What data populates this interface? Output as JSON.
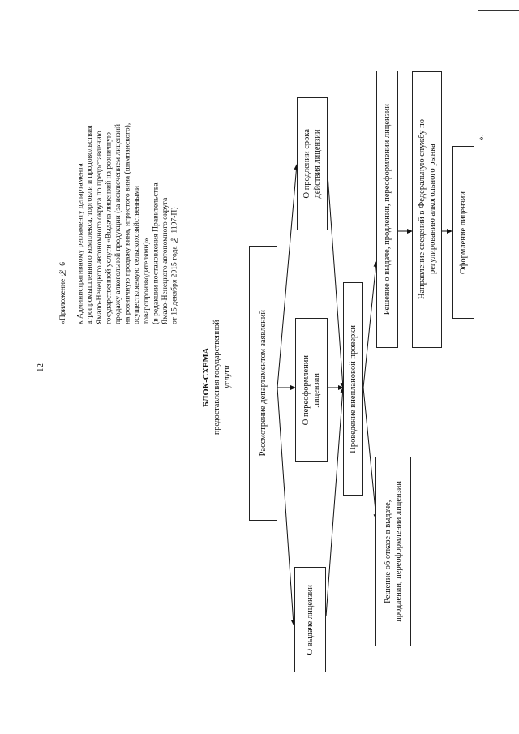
{
  "page_number": "12",
  "appendix": {
    "title": "«Приложение № 6",
    "lines": [
      "к Административному регламенту департамента",
      "агропромышленного комплекса, торговли и продовольствия",
      "Ямало-Ненецкого автономного округа по предоставлению",
      "государственной услуги «Выдача лицензий на розничную",
      "продажу алкогольной продукции (за исключением лицензий",
      "на розничную продажу вина, игристого вина (шампанского),",
      "осуществляемую сельскохозяйственными",
      "товаропроизводителями)»",
      "(в редакции постановления Правительства",
      "Ямало-Ненецкого автономного округа",
      "от 15 декабря 2015 года № 1197-П)"
    ]
  },
  "diagram": {
    "title": "БЛОК-СХЕМА",
    "subtitle": "предоставления государственной услуги",
    "nodes": {
      "review": "Рассмотрение департаментом заявлений",
      "extension": "О продлении срока\nдействия лицензии",
      "reissue": "О переоформлении\nлицензии",
      "issue": "О выдаче лицензии",
      "inspection": "Проведение внеплановой проверки",
      "decision_grant": "Решение о выдаче, продлении, переоформлении лицензии",
      "decision_refuse": "Решение об отказе в выдаче,\nпродлении, переоформлении лицензии",
      "federal_notice": "Направление сведений в Федеральную службу по\nрегулированию алкогольного рынка",
      "registration": "Оформление лицензии"
    },
    "edges": [
      [
        "review",
        "extension"
      ],
      [
        "review",
        "reissue"
      ],
      [
        "review",
        "issue"
      ],
      [
        "extension",
        "inspection"
      ],
      [
        "reissue",
        "inspection"
      ],
      [
        "issue",
        "inspection"
      ],
      [
        "inspection",
        "decision_grant"
      ],
      [
        "inspection",
        "decision_refuse"
      ],
      [
        "decision_grant",
        "federal_notice"
      ],
      [
        "federal_notice",
        "registration"
      ]
    ],
    "closing_mark": "»."
  }
}
